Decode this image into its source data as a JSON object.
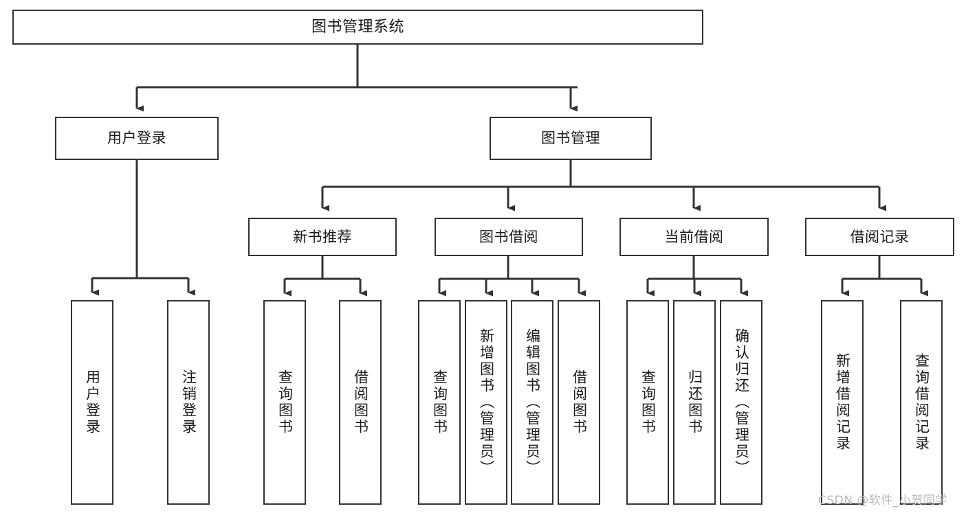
{
  "diagram": {
    "title": "图书管理系统",
    "type": "tree-hierarchy",
    "root": {
      "label": "图书管理系统"
    },
    "level2": [
      {
        "label": "用户登录"
      },
      {
        "label": "图书管理"
      }
    ],
    "level3": [
      {
        "label": "新书推荐"
      },
      {
        "label": "图书借阅"
      },
      {
        "label": "当前借阅"
      },
      {
        "label": "借阅记录"
      }
    ],
    "leaves": {
      "user_login": [
        {
          "label": "用户登录"
        },
        {
          "label": "注销登录"
        }
      ],
      "new_book_recommend": [
        {
          "label": "查询图书"
        },
        {
          "label": "借阅图书"
        }
      ],
      "book_borrow": [
        {
          "label": "查询图书"
        },
        {
          "label": "新增图书（管理员）"
        },
        {
          "label": "编辑图书（管理员）"
        },
        {
          "label": "借阅图书"
        }
      ],
      "current_borrow": [
        {
          "label": "查询图书"
        },
        {
          "label": "归还图书"
        },
        {
          "label": "确认归还（管理员）"
        }
      ],
      "borrow_record": [
        {
          "label": "新增借阅记录"
        },
        {
          "label": "查询借阅记录"
        }
      ]
    }
  },
  "watermark": {
    "text": "CSDN @软件_小贺同学"
  },
  "colors": {
    "border": "#333333",
    "text": "#1a1a1a",
    "background": "#ffffff",
    "watermark": "#b9b9b9"
  }
}
